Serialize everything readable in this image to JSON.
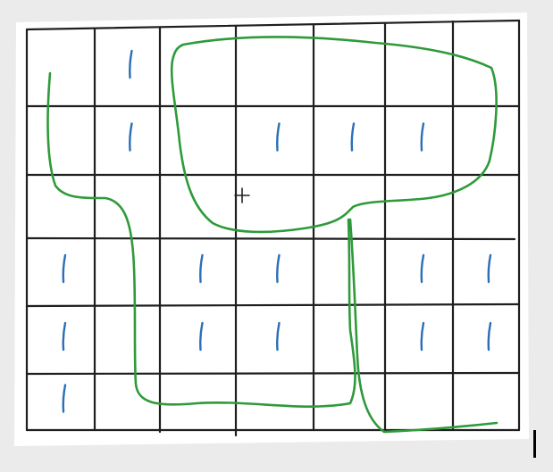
{
  "whiteboard": {
    "grid_rows": 6,
    "grid_cols": 7,
    "paper_color": "#ffffff",
    "background_color": "#ebebeb",
    "grid_line_color": "#1f1f1f",
    "tally_color": "#2a6fb8",
    "path_color": "#2e9a3a",
    "cursor_color": "#222222",
    "tally_marks": [
      {
        "row": 0,
        "col": 1
      },
      {
        "row": 1,
        "col": 1
      },
      {
        "row": 1,
        "col": 3
      },
      {
        "row": 1,
        "col": 4
      },
      {
        "row": 1,
        "col": 5
      },
      {
        "row": 3,
        "col": 0
      },
      {
        "row": 3,
        "col": 2
      },
      {
        "row": 3,
        "col": 3
      },
      {
        "row": 3,
        "col": 5
      },
      {
        "row": 3,
        "col": 6
      },
      {
        "row": 4,
        "col": 0
      },
      {
        "row": 4,
        "col": 2
      },
      {
        "row": 4,
        "col": 3
      },
      {
        "row": 4,
        "col": 5
      },
      {
        "row": 4,
        "col": 6
      },
      {
        "row": 5,
        "col": 0
      }
    ],
    "cursor_icon": "crosshair-cursor-icon"
  }
}
